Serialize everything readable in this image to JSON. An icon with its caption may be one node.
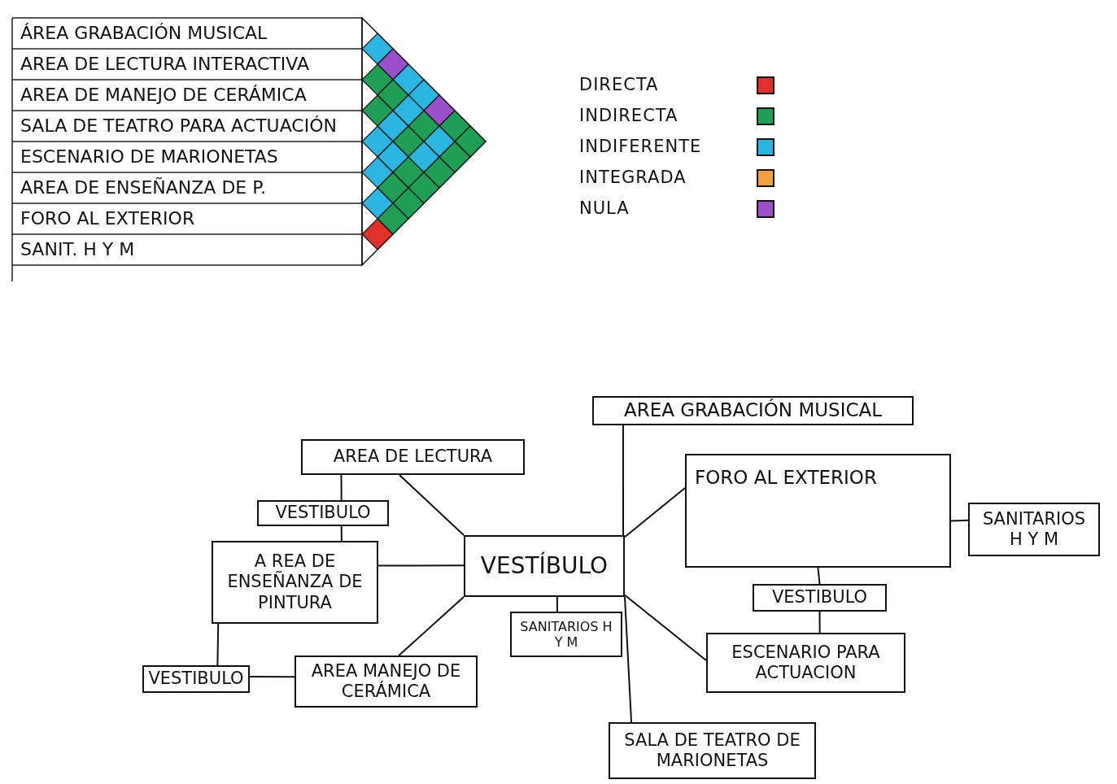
{
  "diagram": {
    "nodes": [
      {
        "text": [
          "AREA GRABACIÓN MUSICAL"
        ]
      },
      {
        "text": [
          "AREA DE LECTURA"
        ]
      },
      {
        "text": [
          "FORO AL EXTERIOR"
        ]
      },
      {
        "text": [
          "VESTIBULO"
        ]
      },
      {
        "text": [
          "SANITARIOS H Y M"
        ]
      },
      {
        "text": [
          "A REA DE ENSEÑANZA DE PINTURA"
        ]
      },
      {
        "text": [
          "VESTÍBULO"
        ]
      },
      {
        "text": [
          "VESTIBULO"
        ]
      },
      {
        "text": [
          "SANITARIOS H Y M"
        ]
      },
      {
        "text": [
          "ESCENARIO PARA ACTUACION"
        ]
      },
      {
        "text": [
          "VESTIBULO"
        ]
      },
      {
        "text": [
          "AREA MANEJO DE CERÁMICA"
        ]
      },
      {
        "text": [
          "SALA DE TEATRO DE MARIONETAS"
        ]
      }
    ],
    "edges": [
      {
        "from": 1,
        "to": 3,
        "arrow": "none"
      },
      {
        "from": 3,
        "to": 5,
        "arrow": "none"
      },
      {
        "from": 1,
        "to": 6,
        "arrow": "none"
      },
      {
        "from": 5,
        "to": 6,
        "arrow": "none"
      },
      {
        "from": 0,
        "to": 6,
        "arrow": "none"
      },
      {
        "from": 2,
        "to": 6,
        "arrow": "none"
      },
      {
        "from": 2,
        "to": 4,
        "arrow": "none"
      },
      {
        "from": 6,
        "to": 8,
        "arrow": "none"
      },
      {
        "from": 6,
        "to": 11,
        "arrow": "none"
      },
      {
        "from": 6,
        "to": 9,
        "arrow": "none"
      },
      {
        "from": 6,
        "to": 12,
        "arrow": "none"
      },
      {
        "from": 2,
        "to": 7,
        "arrow": "none"
      },
      {
        "from": 7,
        "to": 9,
        "arrow": "none"
      },
      {
        "from": 5,
        "to": 10,
        "arrow": "none"
      },
      {
        "from": 10,
        "to": 11,
        "arrow": "none"
      }
    ],
    "labels": [
      "ÁREA GRABACIÓN MUSICAL",
      "AREA DE LECTURA INTERACTIVA",
      "AREA DE MANEJO DE CERÁMICA",
      "SALA DE TEATRO PARA ACTUACIÓN",
      "ESCENARIO DE MARIONETAS",
      "AREA DE ENSEÑANZA DE P.",
      "FORO AL EXTERIOR",
      "SANIT. H Y M"
    ],
    "legend": [
      {
        "text": "DIRECTA",
        "color": "#e0302a"
      },
      {
        "text": "INDIRECTA",
        "color": "#1f9e55"
      },
      {
        "text": "INDIFERENTE",
        "color": "#2ab6e0"
      },
      {
        "text": "INTEGRADA",
        "color": "#f0a040"
      },
      {
        "text": "NULA",
        "color": "#9b4fc8"
      }
    ]
  }
}
